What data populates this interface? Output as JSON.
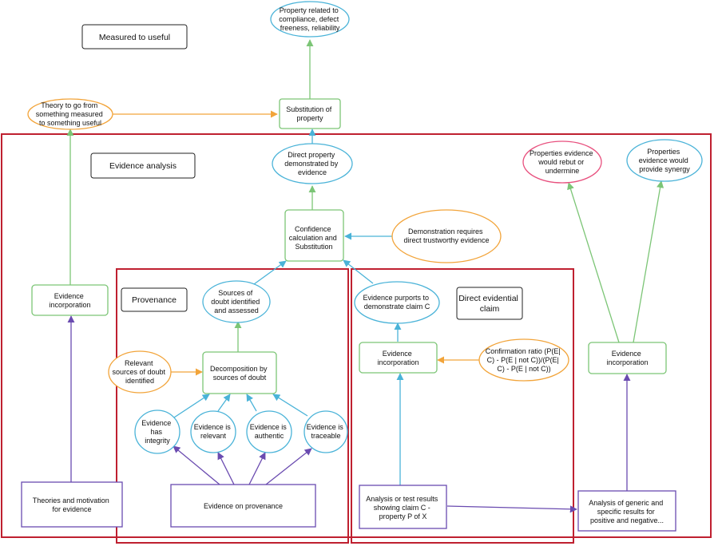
{
  "colors": {
    "green": "#7cc576",
    "blue": "#4ab3d8",
    "orange": "#f2a43a",
    "purple": "#6a4bb0",
    "pink": "#e8507e",
    "red_frame": "#bf2030",
    "dark": "#222222"
  },
  "labels": {
    "measured_to_useful": "Measured to useful",
    "evidence_analysis": "Evidence analysis",
    "provenance": "Provenance",
    "direct_evidential_claim": [
      "Direct evidential",
      "claim"
    ]
  },
  "nodes": {
    "property_related": [
      "Property related to",
      "compliance, defect",
      "freeness, reliability"
    ],
    "theory_measured_useful": [
      "Theory to go from",
      "something measured",
      "to something useful"
    ],
    "substitution_of_property": [
      "Substitution of",
      "property"
    ],
    "direct_property_demonstrated": [
      "Direct property",
      "demonstrated by",
      "evidence"
    ],
    "confidence_calculation": [
      "Confidence",
      "calculation and",
      "Substitution"
    ],
    "demonstration_requires": [
      "Demonstration requires",
      "direct trustworthy evidence"
    ],
    "properties_rebut": [
      "Properties evidence",
      "would rebut or",
      "undermine"
    ],
    "properties_synergy": [
      "Properties",
      "evidence would",
      "provide synergy"
    ],
    "evidence_incorporation_left": [
      "Evidence",
      "incorporation"
    ],
    "sources_of_doubt": [
      "Sources of",
      "doubt identified",
      "and assessed"
    ],
    "relevant_sources": [
      "Relevant",
      "sources of doubt",
      "identified"
    ],
    "decomposition": [
      "Decomposition by",
      "sources of doubt"
    ],
    "evidence_integrity": [
      "Evidence",
      "has",
      "integrity"
    ],
    "evidence_relevant": [
      "Evidence is",
      "relevant"
    ],
    "evidence_authentic": [
      "Evidence is",
      "authentic"
    ],
    "evidence_traceable": [
      "Evidence is",
      "traceable"
    ],
    "evidence_purports": [
      "Evidence purports to",
      "demonstrate claim C"
    ],
    "evidence_incorporation_mid": [
      "Evidence",
      "incorporation"
    ],
    "confirmation_ratio": [
      "Confirmation ratio (P(E|",
      "C) - P(E | not C))/(P(E|",
      "C) - P(E | not C))"
    ],
    "evidence_incorporation_right": [
      "Evidence",
      "incorporation"
    ],
    "theories_motivation": [
      "Theories and motivation",
      "for evidence"
    ],
    "evidence_on_provenance": [
      "Evidence on provenance"
    ],
    "analysis_test_results": [
      "Analysis or test results",
      "showing claim C -",
      "property P of X"
    ],
    "analysis_generic_specific": [
      "Analysis of generic and",
      "specific results for",
      "positive and negative..."
    ]
  }
}
